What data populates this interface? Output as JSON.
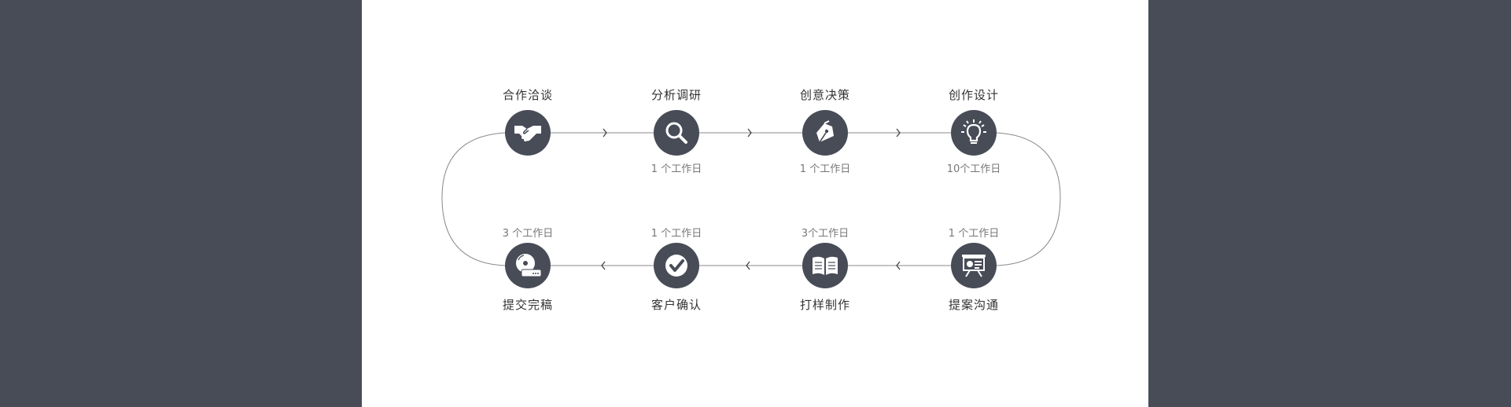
{
  "colors": {
    "background": "#484c57",
    "panel": "#ffffff",
    "node": "#484c57",
    "line": "#888888"
  },
  "steps": [
    {
      "title": "合作洽谈",
      "days": "",
      "icon": "handshake-icon"
    },
    {
      "title": "分析调研",
      "days": "1 个工作日",
      "icon": "magnifier-icon"
    },
    {
      "title": "创意决策",
      "days": "1 个工作日",
      "icon": "pen-nib-icon"
    },
    {
      "title": "创作设计",
      "days": "10个工作日",
      "icon": "lightbulb-icon"
    },
    {
      "title": "提案沟通",
      "days": "1 个工作日",
      "icon": "presentation-board-icon"
    },
    {
      "title": "打样制作",
      "days": "3个工作日",
      "icon": "open-book-icon"
    },
    {
      "title": "客户确认",
      "days": "1 个工作日",
      "icon": "check-badge-icon"
    },
    {
      "title": "提交完稿",
      "days": "3 个工作日",
      "icon": "disc-drive-icon"
    }
  ]
}
